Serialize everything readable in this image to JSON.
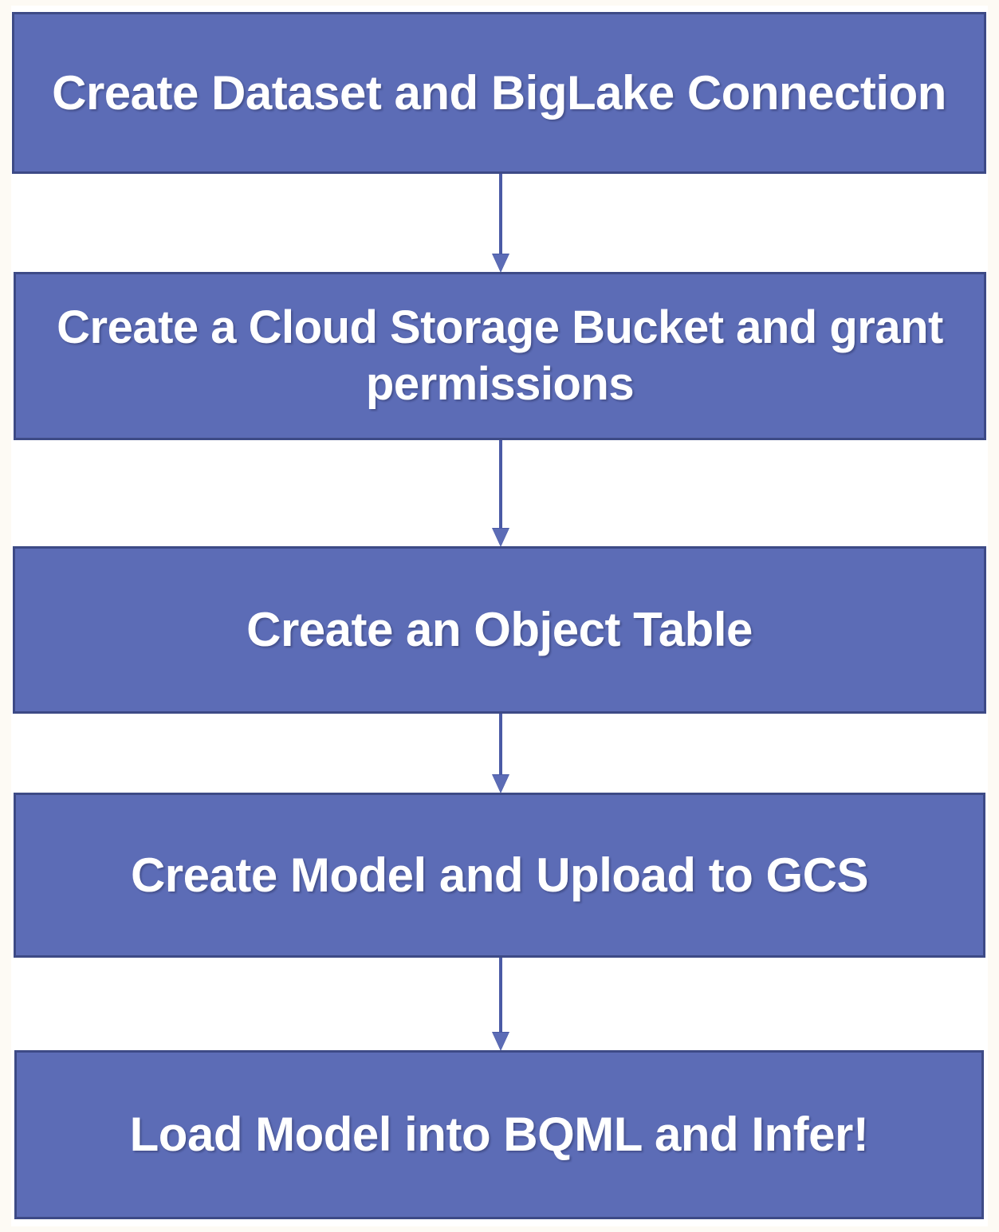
{
  "diagram": {
    "title": "BigQuery ML image inference setup flow",
    "type": "vertical-flowchart",
    "background_color": "#fdfaf4",
    "plate_color": "#ffffff",
    "node_fill_color": "#5c6cb6",
    "node_border_color": "#3d4a86",
    "node_text_color": "#ffffff",
    "connector_color": "#4a5aa5",
    "nodes": [
      {
        "id": "node-1",
        "order": 1,
        "label": "Create Dataset and BigLake Connection",
        "lines": [
          "Create Dataset and BigLake Connection"
        ]
      },
      {
        "id": "node-2",
        "order": 2,
        "label": "Create a Cloud Storage Bucket and grant permissions",
        "lines": [
          "Create a Cloud Storage Bucket and",
          "grant permissions"
        ]
      },
      {
        "id": "node-3",
        "order": 3,
        "label": "Create an Object Table",
        "lines": [
          "Create an Object Table"
        ]
      },
      {
        "id": "node-4",
        "order": 4,
        "label": "Create Model and Upload to GCS",
        "lines": [
          "Create Model and Upload to GCS"
        ]
      },
      {
        "id": "node-5",
        "order": 5,
        "label": "Load Model into BQML and Infer!",
        "lines": [
          "Load Model into BQML and Infer!"
        ]
      }
    ],
    "connectors": [
      {
        "id": "conn-1",
        "from": "node-1",
        "to": "node-2",
        "icon": "arrow-down-icon"
      },
      {
        "id": "conn-2",
        "from": "node-2",
        "to": "node-3",
        "icon": "arrow-down-icon"
      },
      {
        "id": "conn-3",
        "from": "node-3",
        "to": "node-4",
        "icon": "arrow-down-icon"
      },
      {
        "id": "conn-4",
        "from": "node-4",
        "to": "node-5",
        "icon": "arrow-down-icon"
      }
    ]
  }
}
